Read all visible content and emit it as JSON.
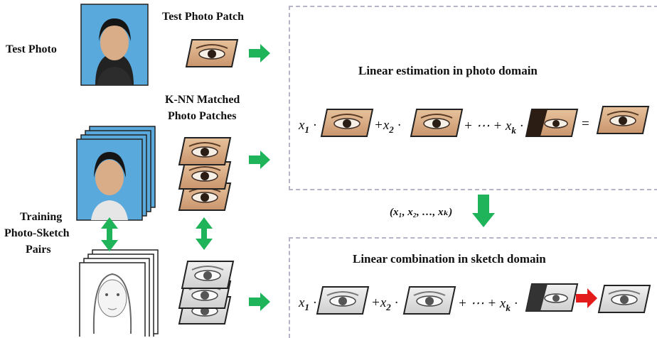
{
  "labels": {
    "test_photo": "Test Photo",
    "test_photo_patch": "Test Photo Patch",
    "knn_line1": "K-NN Matched",
    "knn_line2": "Photo Patches",
    "training_line1": "Training",
    "training_line2": "Photo-Sketch",
    "training_line3": "Pairs",
    "photo_domain_title": "Linear estimation in photo domain",
    "sketch_domain_title": "Linear combination in sketch domain",
    "weights": "(x₁, x₂, …, xₖ)"
  },
  "equation_photo": {
    "x1": "x",
    "s1": "1",
    "plus2": "+x",
    "s2": "2",
    "mid": "+ ⋯ + x",
    "sk": "k",
    "equals": "="
  },
  "equation_sketch": {
    "x1": "x",
    "s1": "1",
    "plus2": "+x",
    "s2": "2",
    "mid": "+ ⋯ + x",
    "sk": "k"
  },
  "colors": {
    "green_arrow": "#1fb35a",
    "red_arrow": "#e31b1b",
    "dashed_border": "#b8b3c6",
    "photo_bg": "#5aa9dc",
    "skin": "#d9b08c"
  }
}
